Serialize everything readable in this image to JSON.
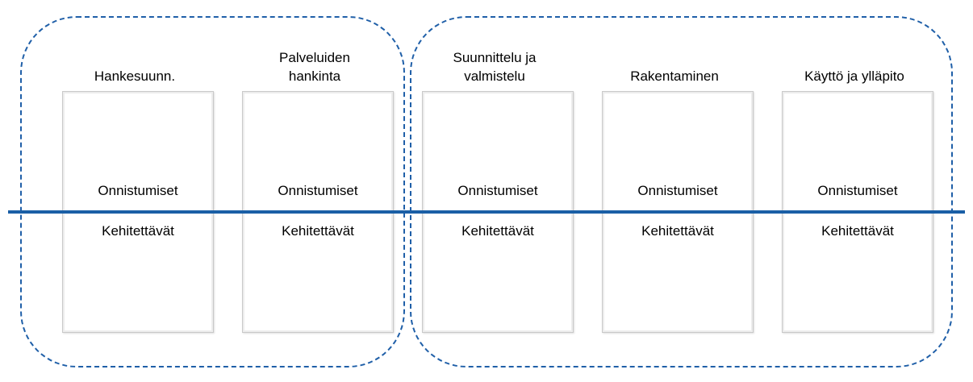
{
  "colors": {
    "dashed_outline": "#1f5fa8",
    "timeline": "#1a5fa6",
    "card_border": "#c9c9c9"
  },
  "phases": [
    {
      "title": "Hankesuunn.",
      "success_label": "Onnistumiset",
      "improve_label": "Kehitettävät"
    },
    {
      "title": "Palveluiden\nhankinta",
      "success_label": "Onnistumiset",
      "improve_label": "Kehitettävät"
    },
    {
      "title": "Suunnittelu ja\nvalmistelu",
      "success_label": "Onnistumiset",
      "improve_label": "Kehitettävät"
    },
    {
      "title": "Rakentaminen",
      "success_label": "Onnistumiset",
      "improve_label": "Kehitettävät"
    },
    {
      "title": "Käyttö ja ylläpito",
      "success_label": "Onnistumiset",
      "improve_label": "Kehitettävät"
    }
  ]
}
